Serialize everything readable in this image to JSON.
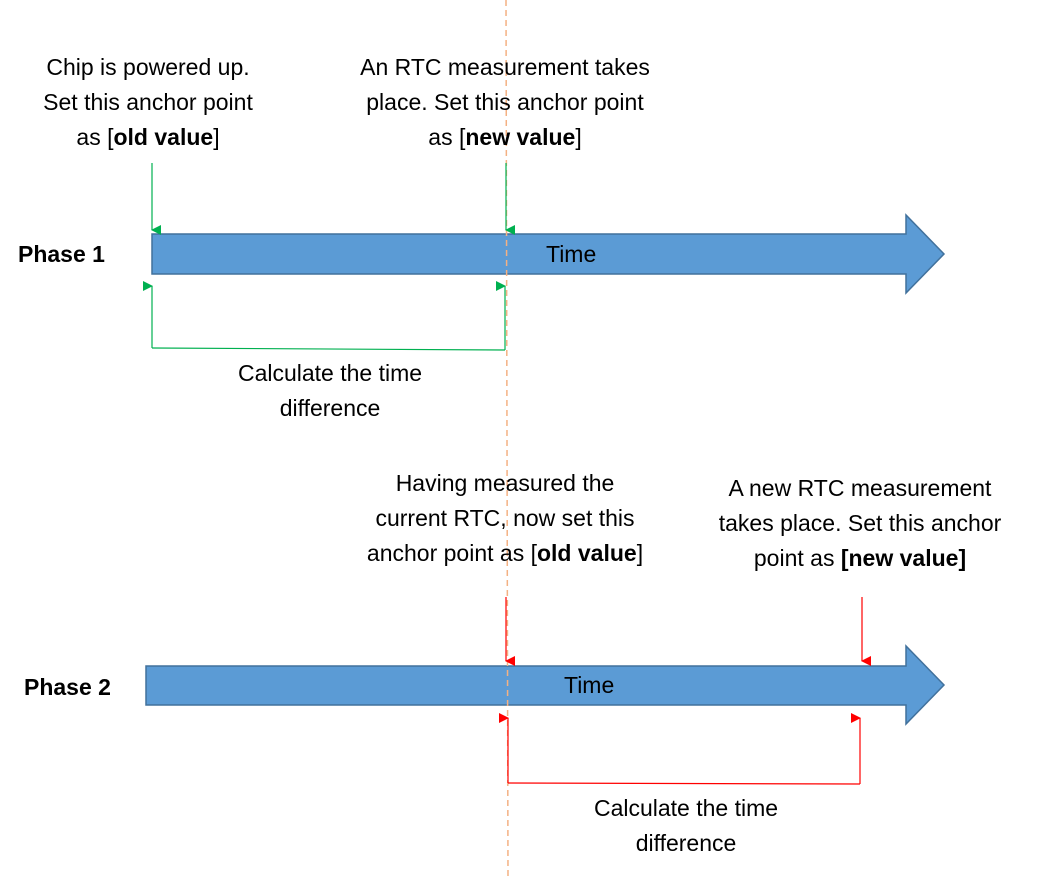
{
  "phase1": {
    "label": "Phase 1",
    "arrow_label": "Time",
    "annotation_left": {
      "line1": "Chip is powered up.",
      "line2": "Set this anchor point",
      "line3_prefix": "as [",
      "line3_bold": "old value",
      "line3_suffix": "]"
    },
    "annotation_right": {
      "line1": "An RTC measurement takes",
      "line2": "place. Set this anchor point",
      "line3_prefix": "as [",
      "line3_bold": "new value",
      "line3_suffix": "]"
    },
    "difference": {
      "line1": "Calculate the time",
      "line2": "difference"
    }
  },
  "phase2": {
    "label": "Phase 2",
    "arrow_label": "Time",
    "annotation_left": {
      "line1": "Having measured the",
      "line2": "current RTC, now set this",
      "line3_prefix": "anchor point as [",
      "line3_bold": "old value",
      "line3_suffix": "]"
    },
    "annotation_right": {
      "line1": "A new RTC measurement",
      "line2": "takes place. Set this anchor",
      "line3_prefix": "point as ",
      "line3_bold": "[new value]",
      "line3_suffix": ""
    },
    "difference": {
      "line1": "Calculate the time",
      "line2": "difference"
    }
  },
  "colors": {
    "timeline_fill": "#5b9bd5",
    "timeline_stroke": "#41719c",
    "phase1_marker": "#00b050",
    "phase2_marker": "#ff0000",
    "guide_line": "#f4b183"
  }
}
